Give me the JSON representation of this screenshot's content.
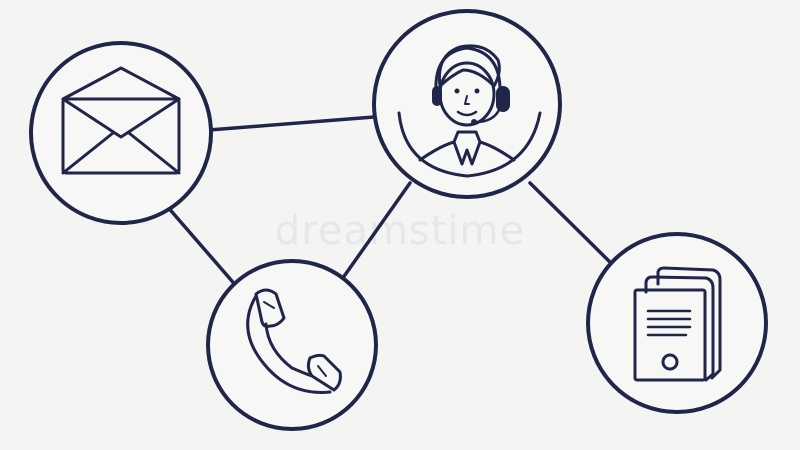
{
  "colors": {
    "line": "#20254a",
    "background": "#f4f4f2"
  },
  "nodes": [
    {
      "id": "email",
      "icon": "envelope-icon"
    },
    {
      "id": "operator",
      "icon": "support-agent-headset-icon"
    },
    {
      "id": "phone",
      "icon": "telephone-handset-icon"
    },
    {
      "id": "fax",
      "icon": "fax-machine-icon"
    }
  ],
  "edges": [
    {
      "from": "email",
      "to": "operator"
    },
    {
      "from": "email",
      "to": "phone"
    },
    {
      "from": "phone",
      "to": "operator"
    },
    {
      "from": "operator",
      "to": "fax"
    }
  ],
  "watermark": "dreamstime"
}
